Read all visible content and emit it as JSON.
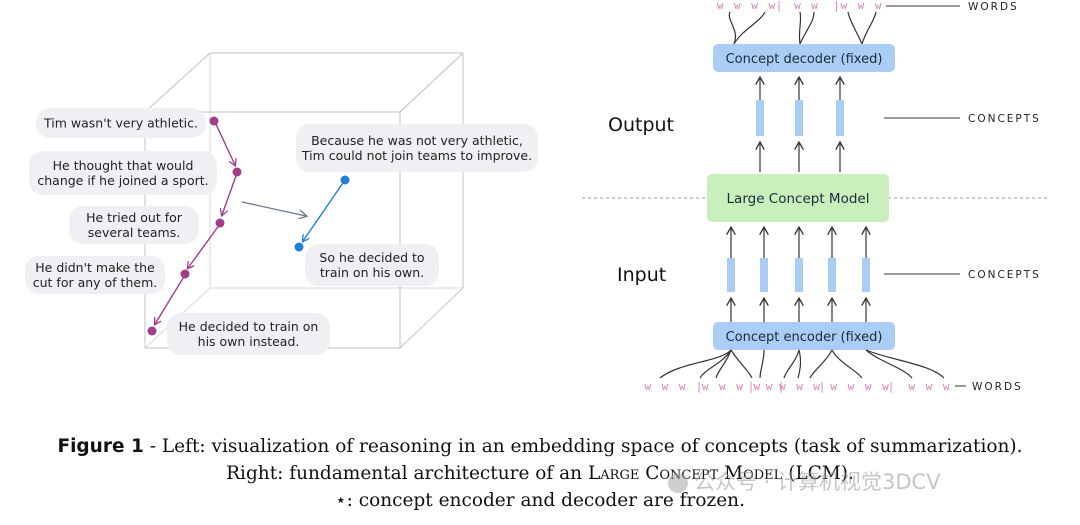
{
  "left_panel": {
    "bubbles": [
      {
        "lines": [
          "Tim wasn't very athletic."
        ]
      },
      {
        "lines": [
          "He thought that would",
          "change if he joined a sport."
        ]
      },
      {
        "lines": [
          "He tried out for",
          "several teams."
        ]
      },
      {
        "lines": [
          "He didn't make the",
          "cut for any of them."
        ]
      },
      {
        "lines": [
          "He decided to train on",
          "his own instead."
        ]
      },
      {
        "lines": [
          "Because he was not very athletic,",
          "Tim could not join teams to improve."
        ]
      },
      {
        "lines": [
          "So he decided to",
          "train on his own."
        ]
      }
    ],
    "colors": {
      "input_path": "#a23d8c",
      "output_path": "#1f7fd8",
      "bubble": "#eef0f3",
      "cube_line": "#cccccc"
    }
  },
  "right_panel": {
    "decoder_label": "Concept decoder (fixed)",
    "lcm_label": "Large Concept Model",
    "encoder_label": "Concept encoder (fixed)",
    "output_label": "Output",
    "input_label": "Input",
    "words_label_top": "WORDS",
    "concepts_label_top": "CONCEPTS",
    "concepts_label_bottom": "CONCEPTS",
    "words_label_bottom": "WORDS",
    "top_word_groups": [
      "wwww",
      "ww",
      "www"
    ],
    "bottom_word_groups": [
      "www",
      "wwww",
      "w",
      "ww",
      "wwwww",
      "www"
    ],
    "colors": {
      "box_blue": "#a9cdf5",
      "lcm_green": "#c9efbd",
      "concept_bar": "#a9cdf5",
      "word": "#e07fb8",
      "arrow": "#333333"
    }
  },
  "caption": {
    "figure_label": "Figure 1",
    "line1": "- Left: visualization of reasoning in an embedding space of concepts (task of summarization).",
    "line2_pre": "Right: fundamental architecture of an",
    "line2_sc": "Large Concept Model",
    "line2_post": "(LCM).",
    "line3": "⋆: concept encoder and decoder are frozen."
  },
  "watermark": "公众号 · 计算机视觉3DCV"
}
